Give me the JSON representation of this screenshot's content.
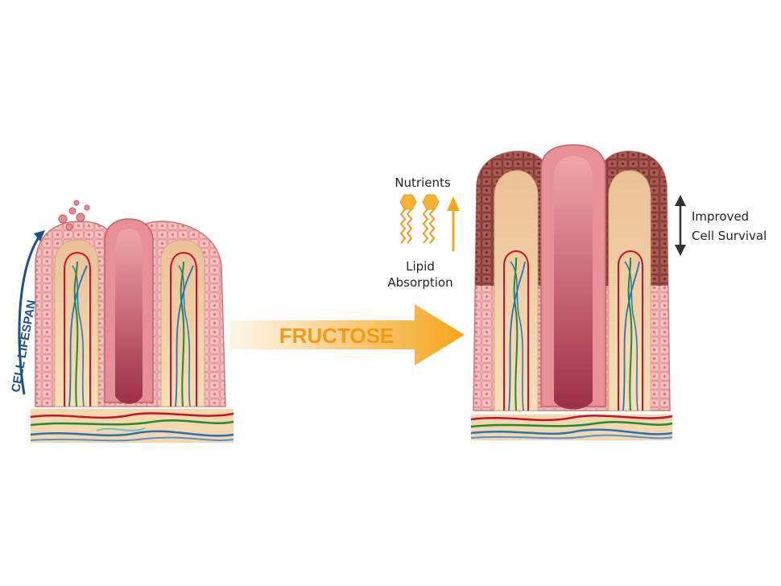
{
  "labels": {
    "cell_lifespan": "CELL LIFESPAN",
    "fructose": "FRUCTOSE",
    "nutrients": "Nutrients",
    "lipid_line1": "Lipid",
    "lipid_line2": "Absorption",
    "improved_line1": "Improved",
    "improved_line2": "Cell Survival"
  },
  "colors": {
    "fructose_arrow": "#f7a51c",
    "lifespan_arrow": "#1f4e8c",
    "nutrient_molecule": "#f9b233",
    "survival_arrow": "#333333",
    "epithelium": "#f1a3a4",
    "villus_core": "#f6dcb2",
    "lacteal": "#d9878f",
    "aged_cells": "#9e4a43",
    "artery": "#c8102e",
    "vein": "#2b6fb5",
    "lymph": "#1e8a3a"
  }
}
